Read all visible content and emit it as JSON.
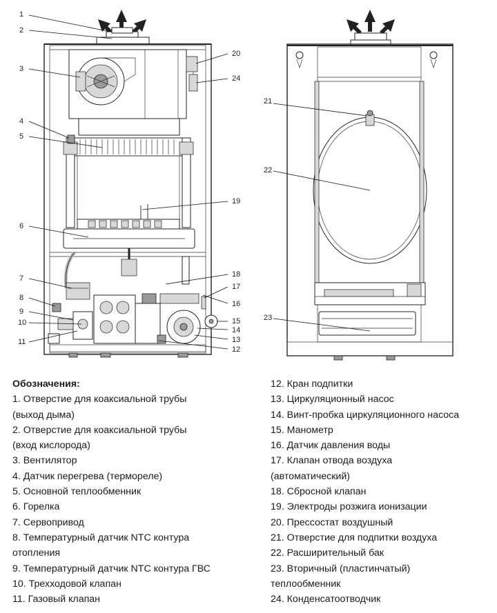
{
  "callouts_left": [
    "1",
    "2",
    "3",
    "4",
    "5",
    "6",
    "7",
    "8",
    "9",
    "10",
    "11",
    "12",
    "13",
    "14",
    "15",
    "16",
    "17",
    "18",
    "19",
    "20",
    "24"
  ],
  "callouts_right": [
    "21",
    "22",
    "23"
  ],
  "legend": {
    "title": "Обозначения:",
    "left_items": [
      "1. Отверстие для коаксиальной трубы\n(выход дыма)",
      "2. Отверстие для коаксиальной трубы\n(вход кислорода)",
      "3. Вентилятор",
      "4. Датчик перегрева (термореле)",
      "5. Основной теплообменник",
      "6. Горелка",
      "7. Сервопривод",
      "8. Температурный датчик NTC контура\nотопления",
      "9. Температурный датчик NTC контура ГВС",
      "10. Трехходовой клапан",
      "11. Газовый клапан"
    ],
    "right_items": [
      "12. Кран подпитки",
      "13. Циркуляционный насос",
      "14. Винт-пробка циркуляционного насоса",
      "15. Манометр",
      "16. Датчик давления воды",
      "17. Клапан отвода воздуха\n(автоматический)",
      "18. Сбросной клапан",
      "19. Электроды розжига ионизации",
      "20. Прессостат воздушный",
      "21. Отверстие для подпитки воздуха",
      "22. Расширительный бак",
      "23. Вторичный (пластинчатый)\nтеплообменник",
      "24. Конденсатоотводчик"
    ]
  }
}
